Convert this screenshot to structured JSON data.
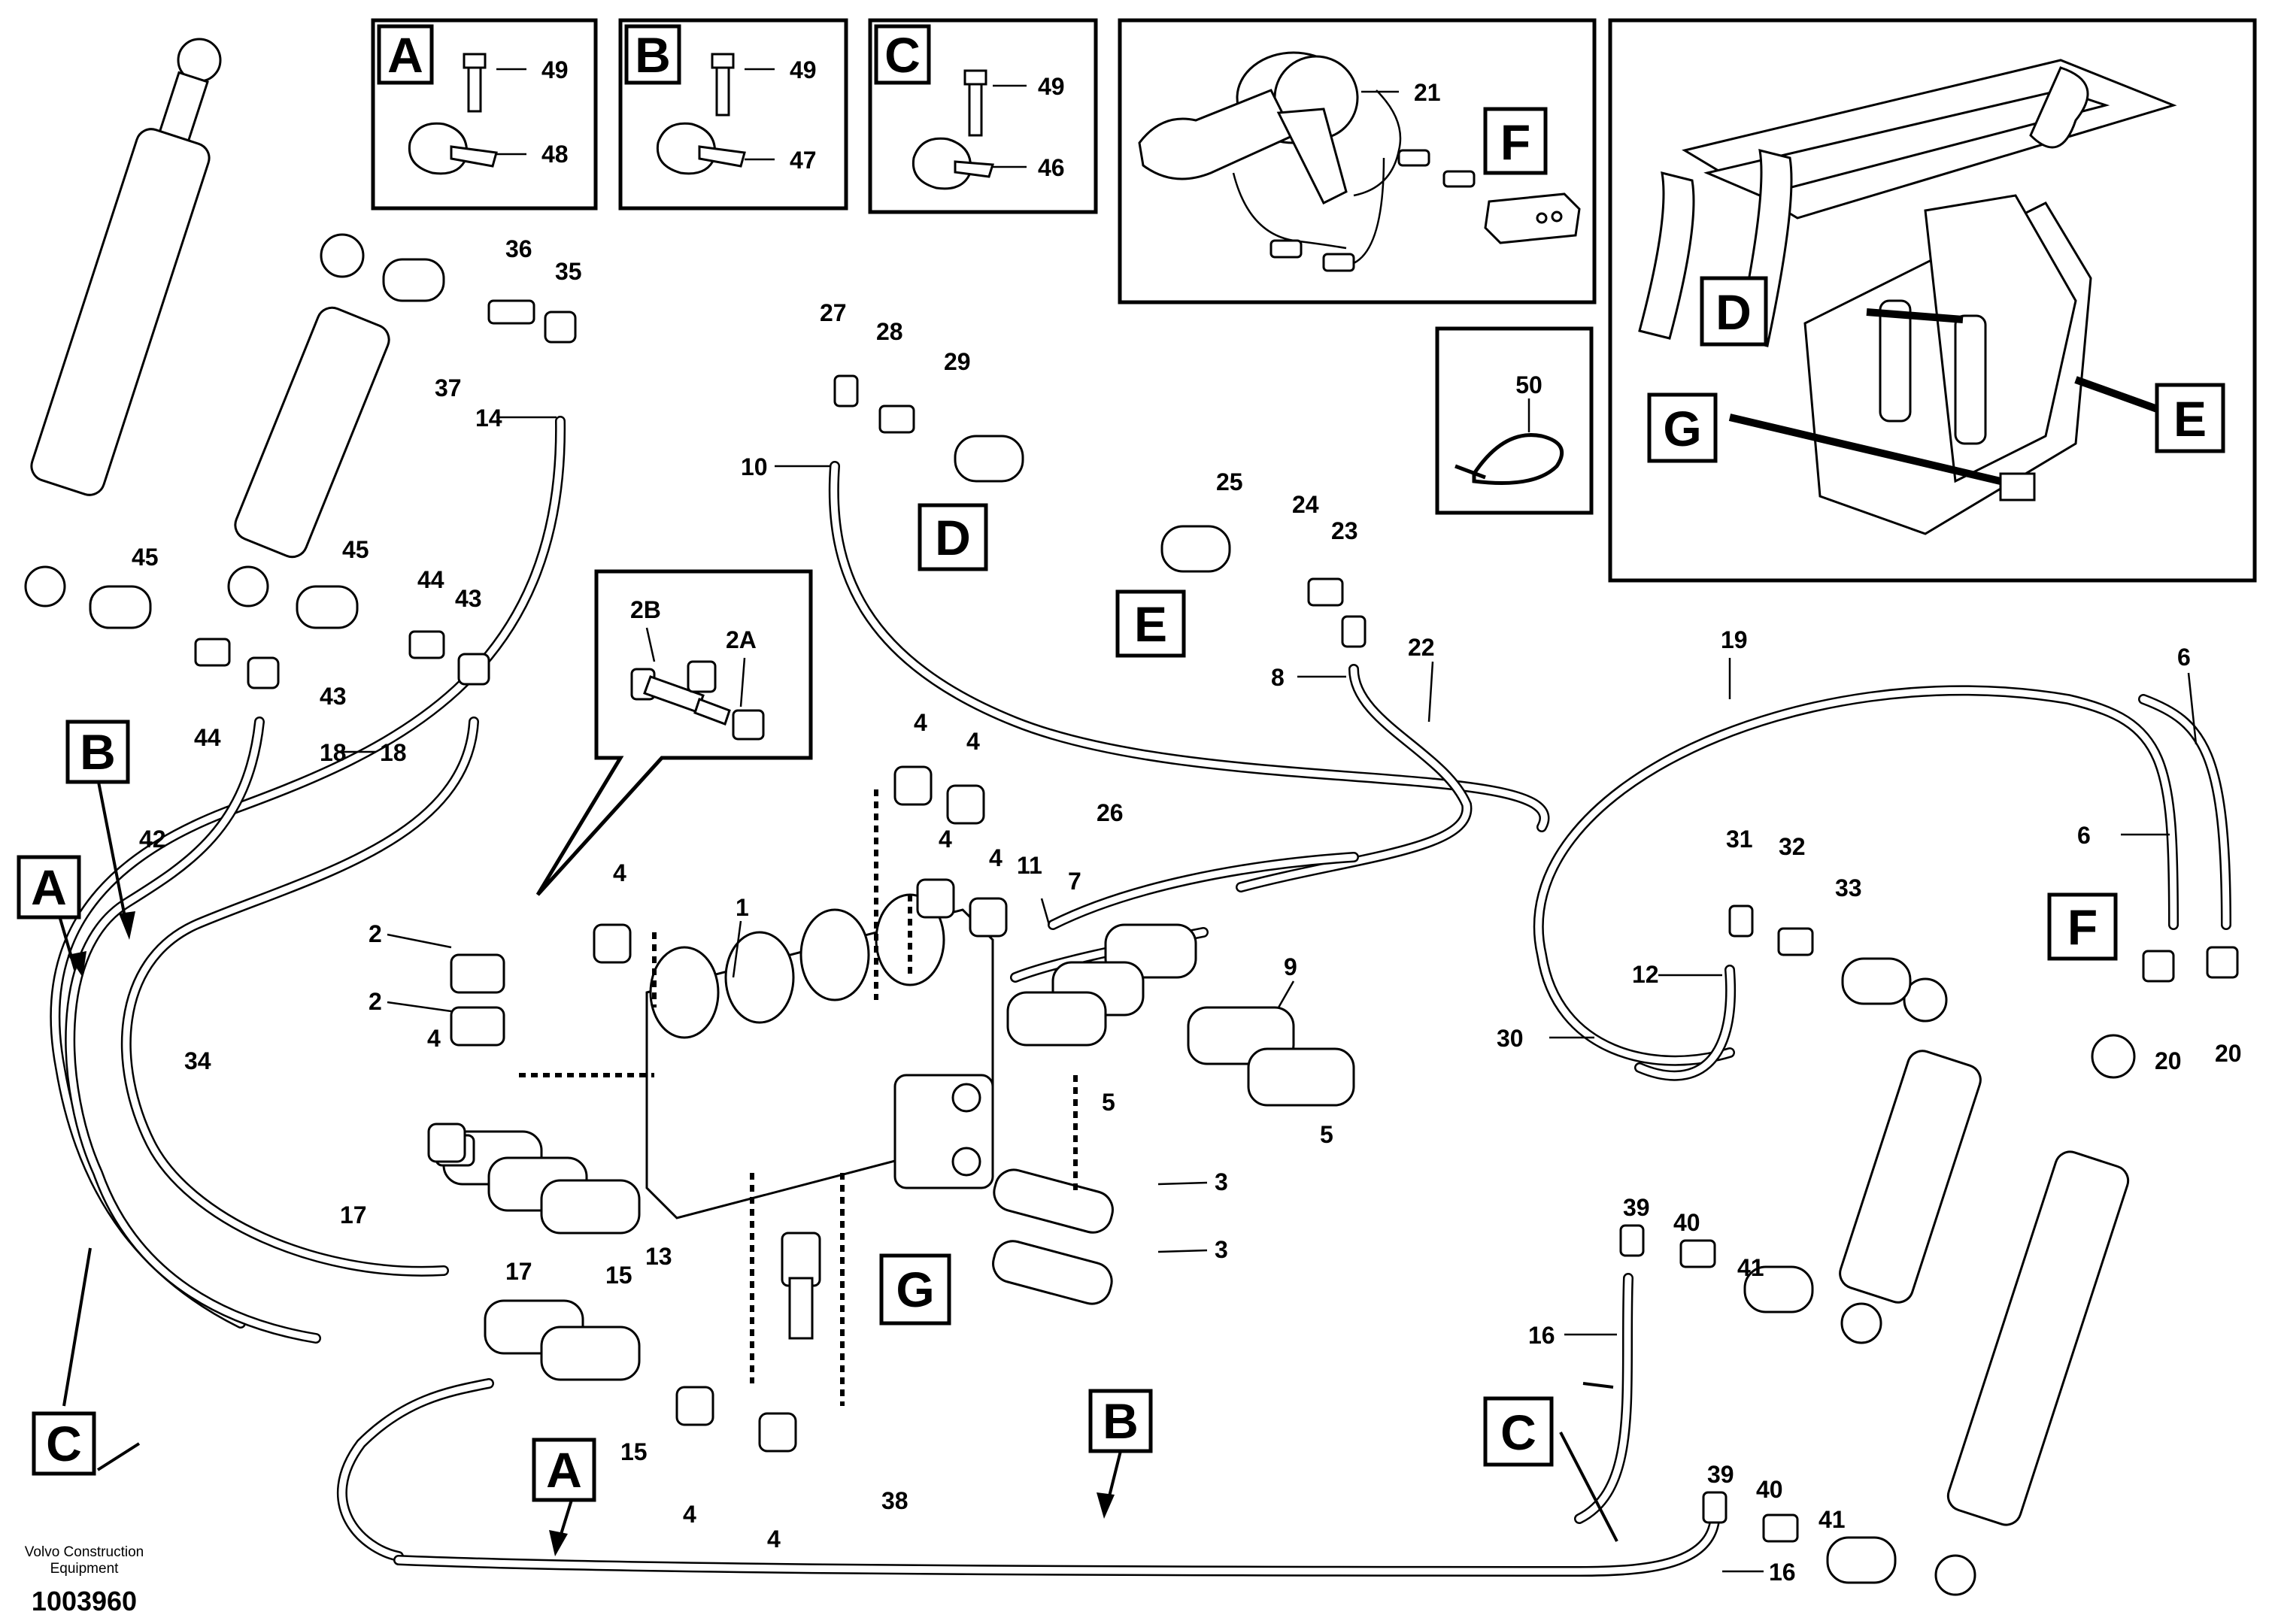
{
  "footer": {
    "company_line1": "Volvo Construction",
    "company_line2": "Equipment",
    "drawing_number": "1003960"
  },
  "detail_boxes": {
    "A": {
      "letter": "A",
      "screw": "49",
      "clamp": "48"
    },
    "B": {
      "letter": "B",
      "screw": "49",
      "clamp": "47"
    },
    "C": {
      "letter": "C",
      "screw": "49",
      "clamp": "46"
    },
    "F": {
      "letter": "F",
      "part": "21"
    },
    "tie": {
      "part": "50"
    },
    "frame": {
      "D": "D",
      "G": "G",
      "E": "E"
    },
    "adapter": {
      "a": "2B",
      "b": "2A"
    }
  },
  "labels": {
    "p1": "1",
    "p2a": "2",
    "p2b": "2",
    "p3a": "3",
    "p3b": "3",
    "p4a": "4",
    "p4b": "4",
    "p4c": "4",
    "p4d": "4",
    "p4e": "4",
    "p4f": "4",
    "p4g": "4",
    "p4h": "4",
    "p5a": "5",
    "p5b": "5",
    "p6a": "6",
    "p6b": "6",
    "p7": "7",
    "p8": "8",
    "p9": "9",
    "p10": "10",
    "p11": "11",
    "p12": "12",
    "p13": "13",
    "p14": "14",
    "p15a": "15",
    "p15b": "15",
    "p16a": "16",
    "p16b": "16",
    "p17a": "17",
    "p17b": "17",
    "p18a": "18",
    "p18b": "18",
    "p19": "19",
    "p20a": "20",
    "p20b": "20",
    "p22": "22",
    "p23": "23",
    "p24": "24",
    "p25": "25",
    "p26": "26",
    "p27": "27",
    "p28": "28",
    "p29": "29",
    "p30": "30",
    "p31": "31",
    "p32": "32",
    "p33": "33",
    "p34": "34",
    "p35": "35",
    "p36": "36",
    "p37": "37",
    "p38": "38",
    "p39a": "39",
    "p39b": "39",
    "p40a": "40",
    "p40b": "40",
    "p41a": "41",
    "p41b": "41",
    "p42": "42",
    "p43a": "43",
    "p43b": "43",
    "p44a": "44",
    "p44b": "44",
    "p45a": "45",
    "p45b": "45"
  },
  "callouts": {
    "A1": "A",
    "A2": "A",
    "B1": "B",
    "B2": "B",
    "C1": "C",
    "C2": "C",
    "D": "D",
    "E": "E",
    "F": "F",
    "G": "G"
  }
}
